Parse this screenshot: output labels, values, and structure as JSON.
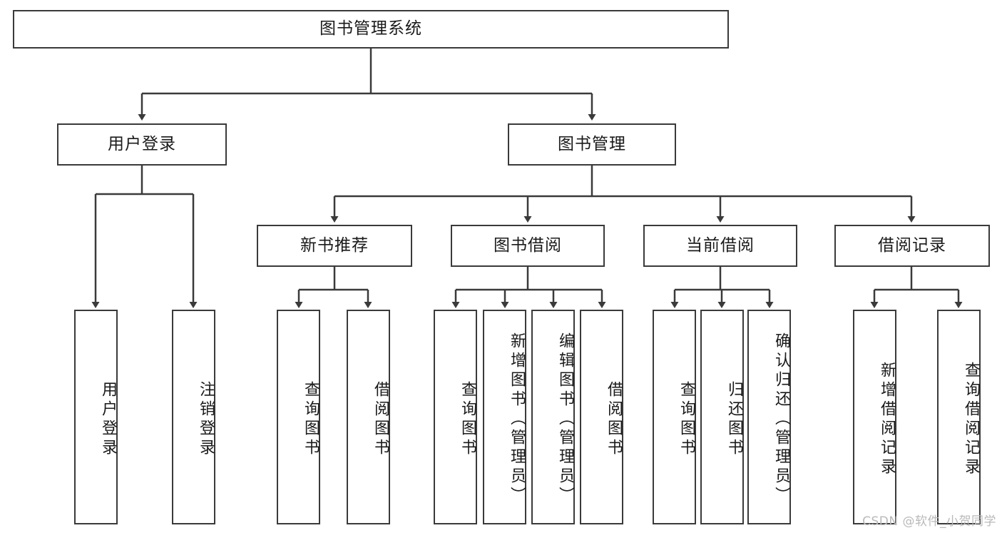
{
  "diagram": {
    "title": "图书管理系统",
    "type": "hierarchy-tree",
    "watermark": "CSDN @软件_小贺同学",
    "colors": {
      "border": "#3a3a3a",
      "background": "#ffffff",
      "text": "#1a1a1a",
      "watermark": "#b9b9b9"
    },
    "levels": {
      "root": {
        "label": "图书管理系统"
      },
      "level2": [
        {
          "label": "用户登录"
        },
        {
          "label": "图书管理"
        }
      ],
      "level3": [
        {
          "label": "新书推荐"
        },
        {
          "label": "图书借阅"
        },
        {
          "label": "当前借阅"
        },
        {
          "label": "借阅记录"
        }
      ],
      "leaves": {
        "user_login": [
          {
            "label": "用户登录"
          },
          {
            "label": "注销登录"
          }
        ],
        "new_book_rec": [
          {
            "label": "查询图书"
          },
          {
            "label": "借阅图书"
          }
        ],
        "book_borrow": [
          {
            "label": "查询图书"
          },
          {
            "label": "新增图书（管理员）"
          },
          {
            "label": "编辑图书（管理员）"
          },
          {
            "label": "借阅图书"
          }
        ],
        "current_borrow": [
          {
            "label": "查询图书"
          },
          {
            "label": "归还图书"
          },
          {
            "label": "确认归还（管理员）"
          }
        ],
        "borrow_record": [
          {
            "label": "新增借阅记录"
          },
          {
            "label": "查询借阅记录"
          }
        ]
      }
    }
  }
}
